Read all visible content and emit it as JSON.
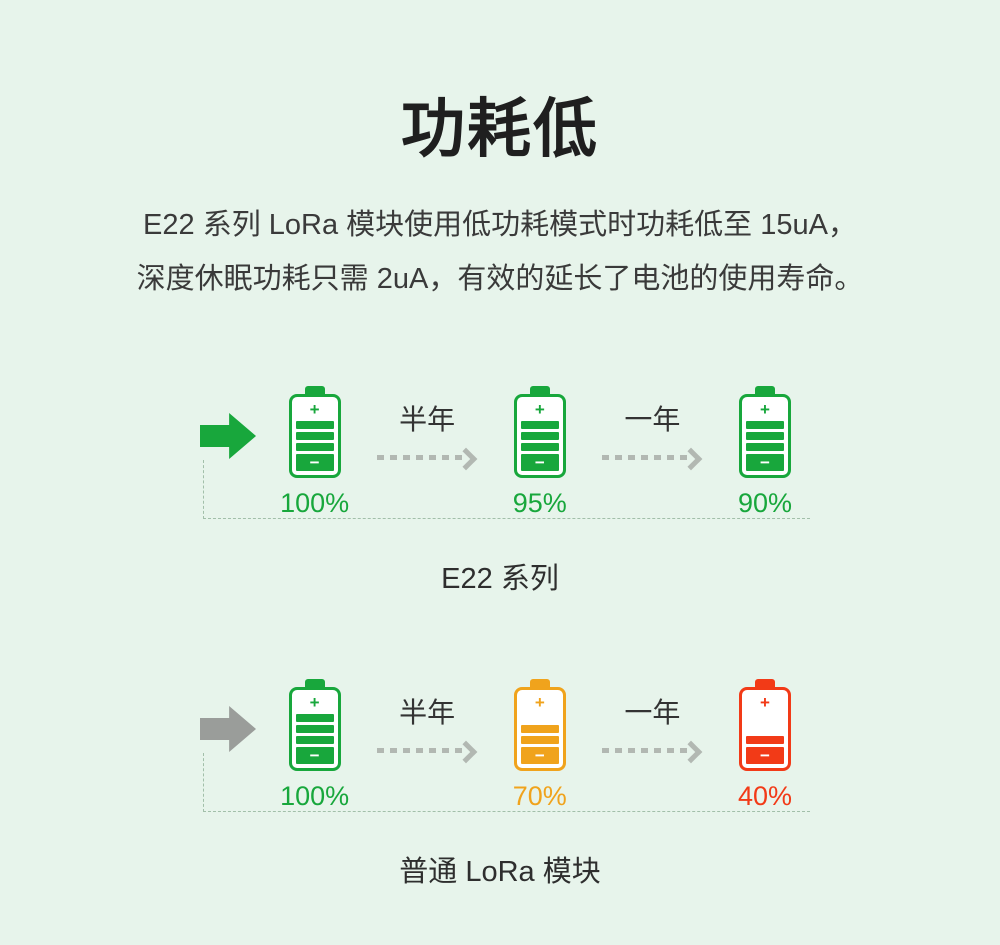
{
  "title": "功耗低",
  "description": {
    "line1": "E22 系列 LoRa 模块使用低功耗模式时功耗低至 15uA，",
    "line2": "深度休眠功耗只需 2uA，有效的延长了电池的使用寿命。"
  },
  "battery_symbols": {
    "plus": "+",
    "minus": "−"
  },
  "colors": {
    "background": "#e7f4eb",
    "green": "#18a73c",
    "orange": "#f0a31c",
    "red": "#f23a17",
    "gray_arrow": "#9a9d9a",
    "dash_gray": "#b2b8b2",
    "text_dark": "#333333"
  },
  "rows": [
    {
      "caption": "E22 系列",
      "arrow_color": "#18a73c",
      "steps": [
        {
          "percent": "100%",
          "charge": "full",
          "color": "#18a73c"
        },
        {
          "interval": "半年"
        },
        {
          "percent": "95%",
          "charge": "full",
          "color": "#18a73c"
        },
        {
          "interval": "一年"
        },
        {
          "percent": "90%",
          "charge": "full",
          "color": "#18a73c"
        }
      ]
    },
    {
      "caption": "普通 LoRa 模块",
      "arrow_color": "#9a9d9a",
      "steps": [
        {
          "percent": "100%",
          "charge": "full",
          "color": "#18a73c"
        },
        {
          "interval": "半年"
        },
        {
          "percent": "70%",
          "charge": "medium",
          "color": "#f0a31c"
        },
        {
          "interval": "一年"
        },
        {
          "percent": "40%",
          "charge": "low",
          "color": "#f23a17"
        }
      ]
    }
  ]
}
